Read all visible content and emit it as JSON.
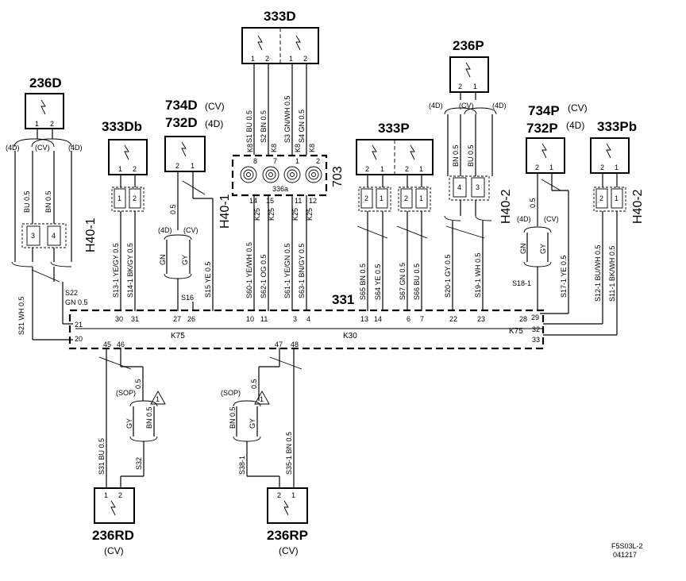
{
  "components": {
    "c333D": "333D",
    "c236D": "236D",
    "c734D": "734D",
    "c734D_variant": "(CV)",
    "c732D": "732D",
    "c732D_variant": "(4D)",
    "c333Db": "333Db",
    "c333P": "333P",
    "c236P": "236P",
    "c734P": "734P",
    "c734P_variant": "(CV)",
    "c732P": "732P",
    "c732P_variant": "(4D)",
    "c333Pb": "333Pb",
    "c236RD": "236RD",
    "c236RD_variant": "(CV)",
    "c236RP": "236RP",
    "c236RP_variant": "(CV)",
    "c703": "703",
    "c336a": "336a",
    "c331": "331"
  },
  "locations": {
    "h40_1_left": "H40-1",
    "h40_1_mid": "H40-1",
    "h40_2_mid": "H40-2",
    "h40_2_right": "H40-2"
  },
  "variants": {
    "v4d": "(4D)",
    "vcv": "(CV)",
    "vsop": "(SOP)"
  },
  "pins": {
    "p1": "1",
    "p2": "2",
    "p3": "3",
    "p4": "4",
    "p7": "7",
    "p8": "8",
    "p14": "14",
    "p15": "15",
    "p11": "11",
    "p12": "12",
    "p20": "20",
    "p21": "21",
    "p22": "22",
    "p23": "23",
    "p26": "26",
    "p27": "27",
    "p28": "28",
    "p29": "29",
    "p30": "30",
    "p31": "31",
    "p32": "32",
    "p33": "33",
    "p10": "10",
    "p13": "13",
    "p6": "6",
    "p45": "45",
    "p46": "46",
    "p47": "47",
    "p48": "48"
  },
  "splices": {
    "k75a": "K75",
    "k30": "K30",
    "k75b": "K75",
    "k8": "K8",
    "k25": "K25"
  },
  "wires": {
    "s1": "S1  BU  0.5",
    "s2": "S2  BN  0.5",
    "s3": "S3  GN/WH  0.5",
    "s4": "S4  GN  0.5",
    "s13": "S13-1  YE/GY  0.5",
    "s14": "S14-1  BK/GY  0.5",
    "s15": "S15  YE  0.5",
    "s16": "S16",
    "s21": "S21  WH  0.5",
    "s22": "S22",
    "s22b": "GN  0.5",
    "s60": "S60-1  YE/WH  0.5",
    "s62": "S62-1  OG  0.5",
    "s61": "S61-1  YE/GN  0.5",
    "s63": "S63-1  BN/GY  0.5",
    "s65": "S65  BN  0.5",
    "s64": "S64  YE  0.5",
    "s67": "S67  GN  0.5",
    "s66": "S66  BU  0.5",
    "s20": "S20-1  GY  0.5",
    "s19": "S19-1  WH  0.5",
    "s18": "S18-1",
    "s17": "S17-1  YE  0.5",
    "s12": "S12-1  BU/WH  0.5",
    "s11": "S11-1  BK/WH  0.5",
    "s31": "S31  BU  0.5",
    "s32": "S32",
    "s38": "S38-1",
    "s35": "S35-1  BN  0.5",
    "bu": "BU  0.5",
    "bn": "BN  0.5",
    "gn": "GN",
    "gy": "GY",
    "half": "0.5"
  },
  "warning": "1",
  "footer": {
    "code": "F5S03L-2",
    "date": "041217"
  }
}
